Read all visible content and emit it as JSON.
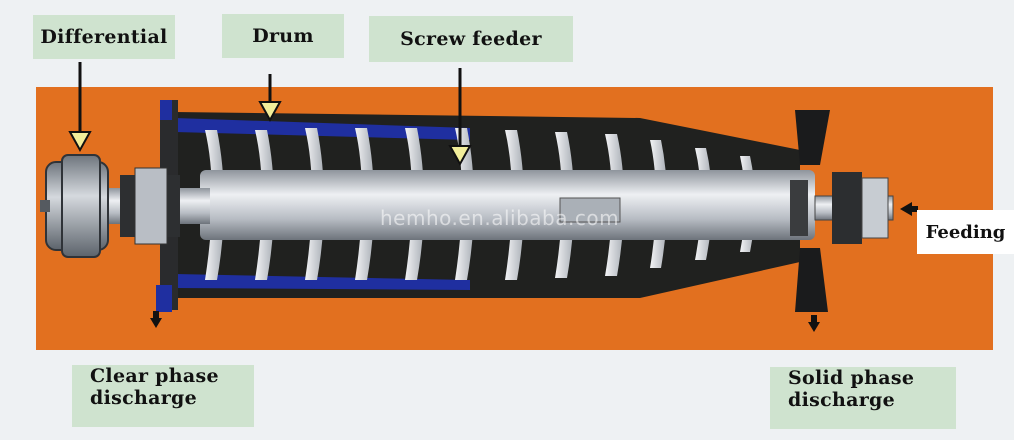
{
  "labels": {
    "differential": "Differential",
    "drum": "Drum",
    "screw_feeder": "Screw feeder",
    "feeding": "Feeding",
    "clear_phase_line1": "Clear phase",
    "clear_phase_line2": "discharge",
    "solid_phase_line1": "Solid phase",
    "solid_phase_line2": "discharge"
  },
  "watermark": "hemho.en.alibaba.com",
  "colors": {
    "background": "#eef1f3",
    "housing": "#e2701f",
    "label_bg": "#cfe3cf",
    "drum_lining": "#1f2fa0",
    "shaft": "#c9cdd3"
  }
}
